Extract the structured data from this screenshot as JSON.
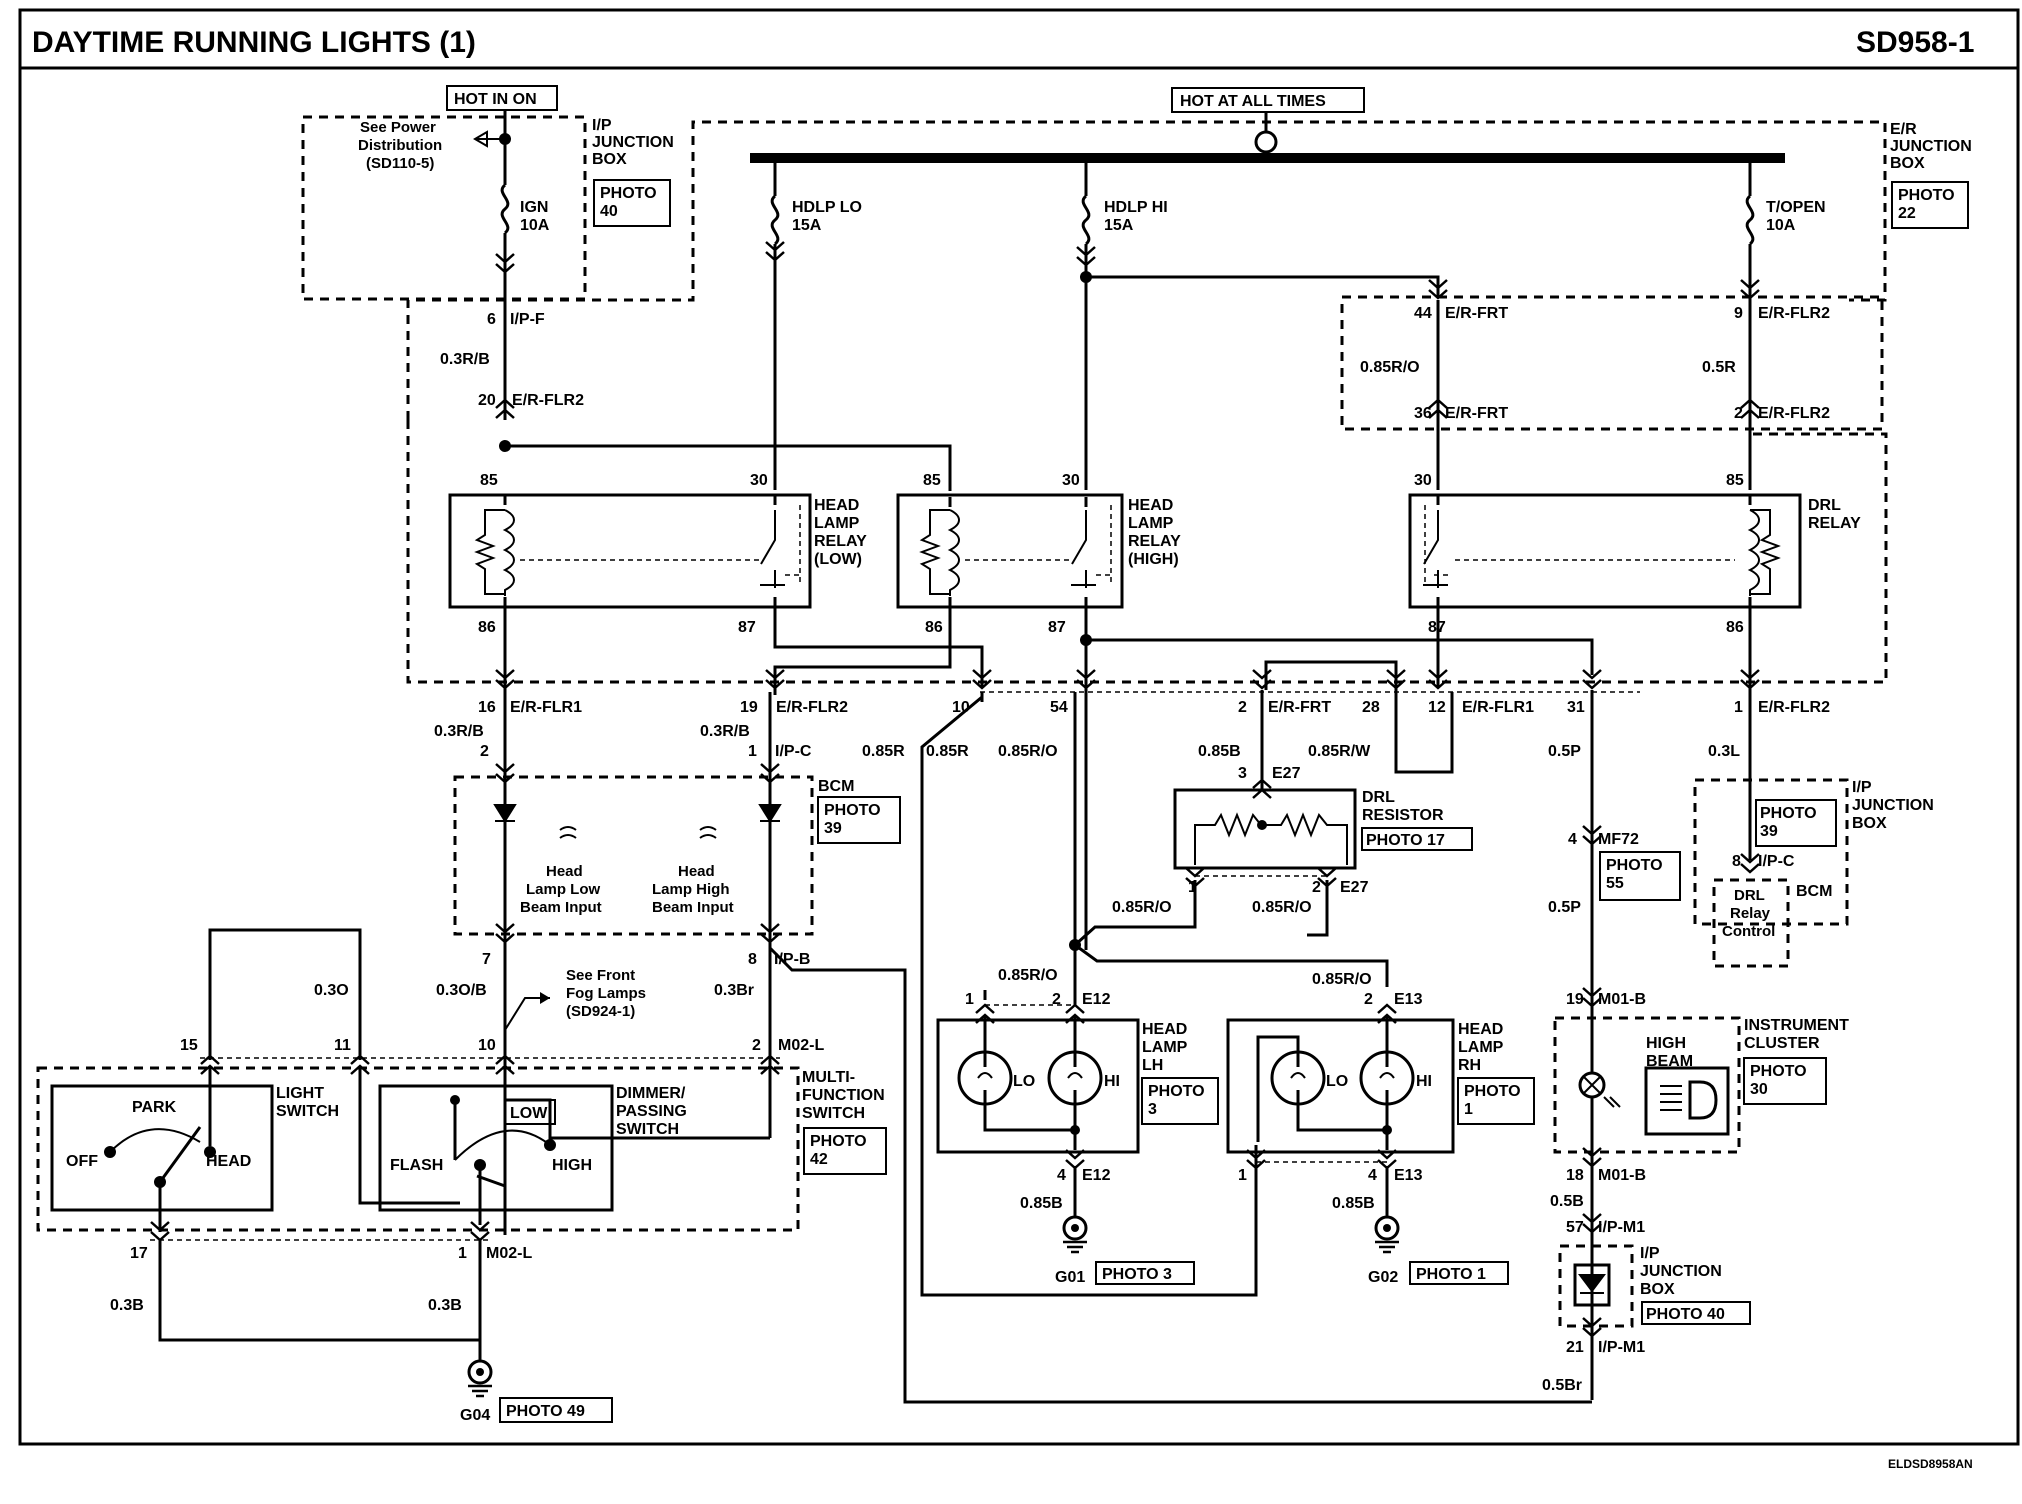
{
  "title": "DAYTIME RUNNING LIGHTS (1)",
  "diagram_code": "SD958-1",
  "footer_code": "ELDSD8958AN",
  "power": {
    "hot_in_on": "HOT IN ON",
    "hot_at_all_times": "HOT AT ALL TIMES"
  },
  "ip_junction_box_top": {
    "label": [
      "I/P",
      "JUNCTION",
      "BOX"
    ],
    "photo": [
      "PHOTO",
      "40"
    ],
    "see_power": [
      "See Power",
      "Distribution",
      "(SD110-5)"
    ],
    "fuse": [
      "IGN",
      "10A"
    ]
  },
  "er_junction_box": {
    "label": [
      "E/R",
      "JUNCTION",
      "BOX"
    ],
    "photo": [
      "PHOTO",
      "22"
    ],
    "fuses": [
      {
        "name": [
          "HDLP LO",
          "15A"
        ]
      },
      {
        "name": [
          "HDLP HI",
          "15A"
        ]
      },
      {
        "name": [
          "T/OPEN",
          "10A"
        ]
      }
    ]
  },
  "relays": [
    {
      "label": [
        "HEAD",
        "LAMP",
        "RELAY",
        "(LOW)"
      ],
      "pins": [
        "85",
        "30",
        "86",
        "87"
      ]
    },
    {
      "label": [
        "HEAD",
        "LAMP",
        "RELAY",
        "(HIGH)"
      ],
      "pins": [
        "85",
        "30",
        "86",
        "87"
      ]
    },
    {
      "label": [
        "DRL",
        "RELAY"
      ],
      "pins": [
        "30",
        "85",
        "87",
        "86"
      ]
    }
  ],
  "connectors": {
    "ipf6": [
      "6",
      "I/P-F"
    ],
    "erflr2_20": [
      "20",
      "E/R-FLR2"
    ],
    "erfrt_44": [
      "44",
      "E/R-FRT"
    ],
    "erflr2_9": [
      "9",
      "E/R-FLR2"
    ],
    "erfrt_36": [
      "36",
      "E/R-FRT"
    ],
    "erflr2_2": [
      "2",
      "E/R-FLR2"
    ],
    "erflr1_16": [
      "16",
      "E/R-FLR1"
    ],
    "erflr2_19": [
      "19",
      "E/R-FLR2"
    ],
    "pin_10": "10",
    "pin_54": "54",
    "erfrt_2": [
      "2",
      "E/R-FRT"
    ],
    "pin_28": "28",
    "erflr1_12": [
      "12",
      "E/R-FLR1"
    ],
    "pin_31": "31",
    "erflr2_1": [
      "1",
      "E/R-FLR2"
    ],
    "ipc_1": [
      "1",
      "I/P-C"
    ],
    "pin_2": "2",
    "e27_3": [
      "3",
      "E27"
    ],
    "e27_1": "1",
    "e27_2": [
      "2",
      "E27"
    ],
    "mf72_4": [
      "4",
      "MF72"
    ],
    "ipc_8": [
      "8",
      "I/P-C"
    ],
    "pin_7": "7",
    "ipb_8": [
      "8",
      "I/P-B"
    ],
    "m01b_19": [
      "19",
      "M01-B"
    ],
    "e12_1": "1",
    "e12_2": [
      "2",
      "E12"
    ],
    "e13_2": [
      "2",
      "E13"
    ],
    "pin_15": "15",
    "pin_11": "11",
    "pin_10b": "10",
    "m02l_2": [
      "2",
      "M02-L"
    ],
    "e12_4": [
      "4",
      "E12"
    ],
    "e13_1": "1",
    "e13_4": [
      "4",
      "E13"
    ],
    "m01b_18": [
      "18",
      "M01-B"
    ],
    "ipm1_57": [
      "57",
      "I/P-M1"
    ],
    "pin_17": "17",
    "m02l_1": [
      "1",
      "M02-L"
    ],
    "ipm1_21": [
      "21",
      "I/P-M1"
    ]
  },
  "wires": {
    "w_03rb_1": "0.3R/B",
    "w_085ro_1": "0.85R/O",
    "w_05r": "0.5R",
    "w_03rb_2": "0.3R/B",
    "w_03rb_3": "0.3R/B",
    "w_085r_1": "0.85R",
    "w_085r_2": "0.85R",
    "w_085ro_2": "0.85R/O",
    "w_085b_1": "0.85B",
    "w_085rw": "0.85R/W",
    "w_05p_1": "0.5P",
    "w_03l": "0.3L",
    "w_085ro_3": "0.85R/O",
    "w_085ro_4": "0.85R/O",
    "w_05p_2": "0.5P",
    "w_085ro_5": "0.85R/O",
    "w_085ro_6": "0.85R/O",
    "w_03o": "0.3O",
    "w_03ob": "0.3O/B",
    "w_03br": "0.3Br",
    "w_085b_2": "0.85B",
    "w_085b_3": "0.85B",
    "w_05b_1": "0.5B",
    "w_03b_1": "0.3B",
    "w_03b_2": "0.3B",
    "w_05br": "0.5Br"
  },
  "bcm": {
    "label": "BCM",
    "photo": [
      "PHOTO",
      "39"
    ],
    "input_low": [
      "Head",
      "Lamp Low",
      "Beam Input"
    ],
    "input_high": [
      "Head",
      "Lamp High",
      "Beam Input"
    ]
  },
  "drl_resistor": {
    "label": [
      "DRL",
      "RESISTOR"
    ],
    "photo": "PHOTO 17"
  },
  "mf72_photo": [
    "PHOTO",
    "55"
  ],
  "ip_junction_box_right": {
    "label": [
      "I/P",
      "JUNCTION",
      "BOX"
    ],
    "photo": [
      "PHOTO",
      "39"
    ],
    "bcm": "BCM",
    "drl_control": [
      "DRL",
      "Relay",
      "Control"
    ]
  },
  "see_front_fog": [
    "See Front",
    "Fog Lamps",
    "(SD924-1)"
  ],
  "head_lamp_lh": {
    "label": [
      "HEAD",
      "LAMP",
      "LH"
    ],
    "photo": [
      "PHOTO",
      "3"
    ],
    "lo": "LO",
    "hi": "HI"
  },
  "head_lamp_rh": {
    "label": [
      "HEAD",
      "LAMP",
      "RH"
    ],
    "photo": [
      "PHOTO",
      "1"
    ],
    "lo": "LO",
    "hi": "HI"
  },
  "instrument_cluster": {
    "label": [
      "INSTRUMENT",
      "CLUSTER"
    ],
    "photo": [
      "PHOTO",
      "30"
    ],
    "high_beam": [
      "HIGH",
      "BEAM"
    ]
  },
  "light_switch": {
    "label": [
      "LIGHT",
      "SWITCH"
    ],
    "park": "PARK",
    "off": "OFF",
    "head": "HEAD"
  },
  "dimmer_switch": {
    "label": [
      "DIMMER/",
      "PASSING",
      "SWITCH"
    ],
    "low": "LOW",
    "flash": "FLASH",
    "high": "HIGH"
  },
  "multi_function_switch": {
    "label": [
      "MULTI-",
      "FUNCTION",
      "SWITCH"
    ],
    "photo": [
      "PHOTO",
      "42"
    ]
  },
  "ip_junction_box_bottom": {
    "label": [
      "I/P",
      "JUNCTION",
      "BOX"
    ],
    "photo": "PHOTO 40"
  },
  "grounds": {
    "g01": "G01",
    "g01_photo": "PHOTO 3",
    "g02": "G02",
    "g02_photo": "PHOTO 1",
    "g04": "G04",
    "g04_photo": "PHOTO 49"
  }
}
